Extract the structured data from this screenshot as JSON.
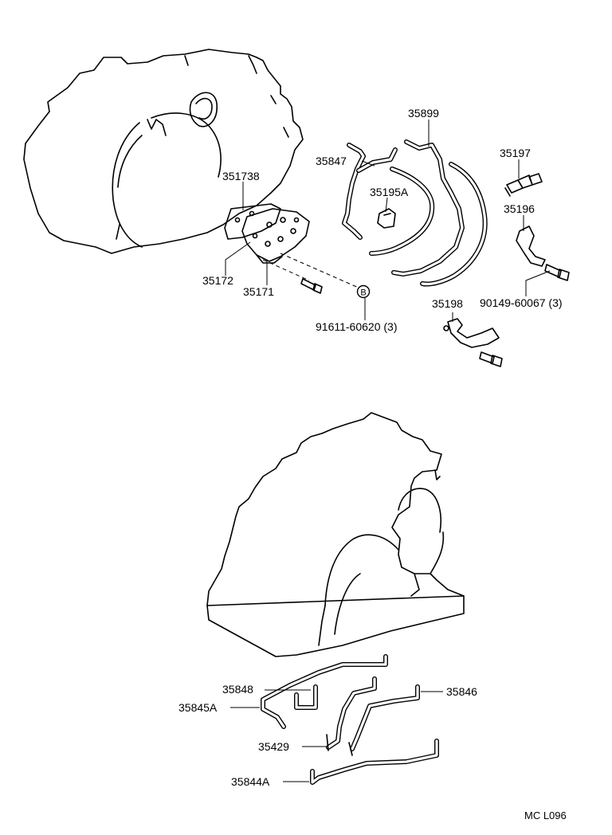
{
  "labels": {
    "p35899": "35899",
    "p35847": "35847",
    "p35197": "35197",
    "p35173b": "351738",
    "p35195a": "35195A",
    "p35196": "35196",
    "p35172": "35172",
    "p35171": "35171",
    "p90149": "90149-60067 (3)",
    "p35198": "35198",
    "p91611": "91611-60620 (3)",
    "marker_b": "B",
    "p35848": "35848",
    "p35845a": "35845A",
    "p35846": "35846",
    "p35429": "35429",
    "p35844a": "35844A"
  },
  "footer": {
    "code": "MC  L096"
  }
}
